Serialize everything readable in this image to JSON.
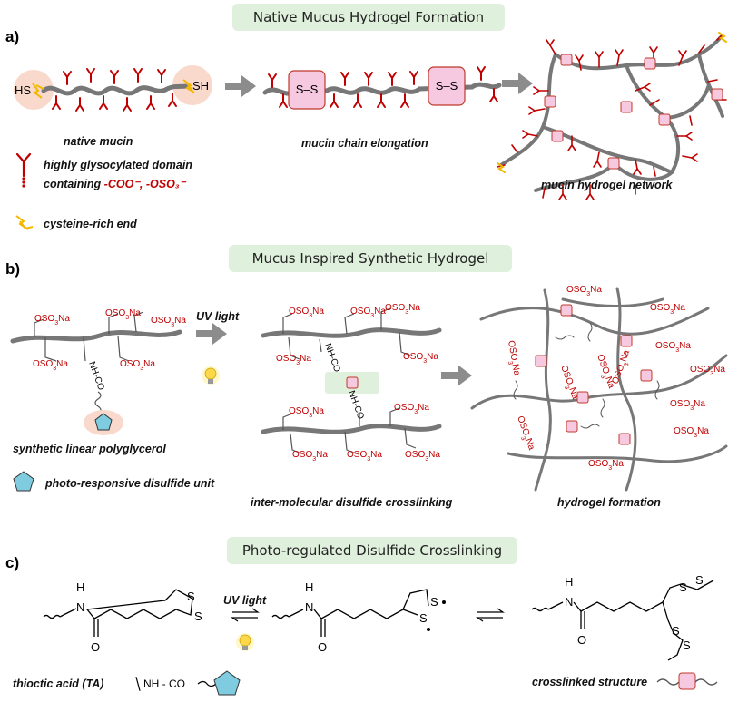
{
  "titles": {
    "a": "Native Mucus Hydrogel Formation",
    "b": "Mucus Inspired Synthetic Hydrogel",
    "c": "Photo-regulated Disulfide Crosslinking"
  },
  "panel_labels": {
    "a": "a)",
    "b": "b)",
    "c": "c)"
  },
  "panel_a": {
    "native_mucin": "native mucin",
    "chain_elongation": "mucin chain elongation",
    "hydrogel_network": "mucin hydrogel network",
    "legend_glyco_line1": "highly glysocylated domain",
    "legend_glyco_line2": "containing ",
    "legend_glyco_groups": "-COO⁻, -OSO₃⁻",
    "legend_cysteine": "cysteine-rich end",
    "hs": "HS",
    "sh": "SH",
    "ss": "S–S"
  },
  "panel_b": {
    "uv_light": "UV light",
    "synthetic_polyglycerol": "synthetic linear polyglycerol",
    "legend_disulfide_unit": "photo-responsive disulfide unit",
    "intermolecular": "inter-molecular disulfide crosslinking",
    "hydrogel_formation": "hydrogel formation",
    "osona": "OSO3Na",
    "nhco": "NH-CO"
  },
  "panel_c": {
    "uv_light": "UV light",
    "thioctic_acid": "thioctic acid (TA)",
    "ta_formula": "NH - CO",
    "crosslinked_structure": "crosslinked structure",
    "atom_h": "H",
    "atom_n": "N",
    "atom_o": "O",
    "atom_s": "S"
  },
  "colors": {
    "title_bg": "#dff0dc",
    "glyco_red": "#c00000",
    "cysteine_yellow": "#f2b800",
    "backbone_gray": "#777777",
    "crosslink_pink": "#f6c9e0",
    "crosslink_border": "#c0392b",
    "pentagon_blue": "#7fcbe0",
    "highlight_peach": "#f9d9cb",
    "arrow_gray": "#8c8c8c"
  },
  "icons": [
    "arrow-right-icon",
    "light-bulb-icon",
    "equilibrium-arrows-icon",
    "pentagon-icon",
    "glycan-branch-icon",
    "cysteine-end-icon"
  ]
}
